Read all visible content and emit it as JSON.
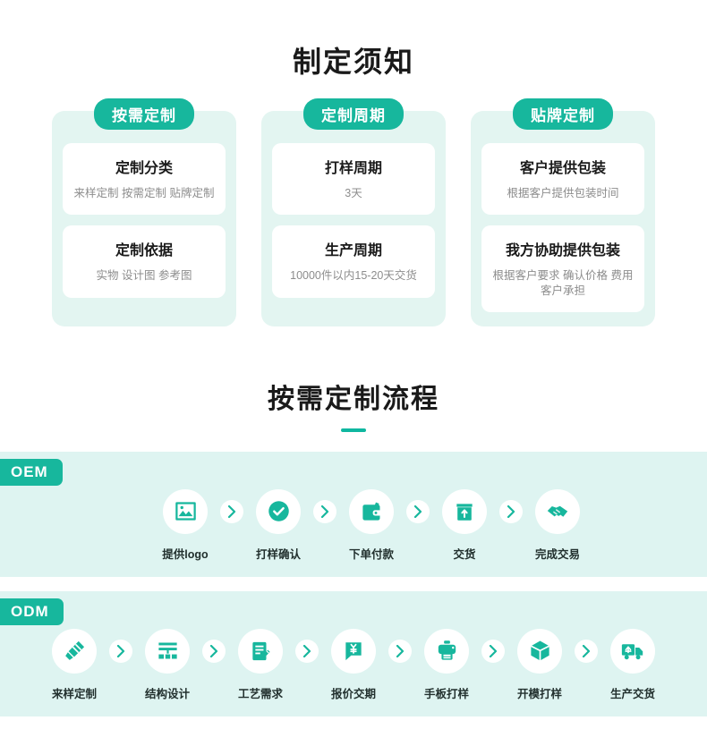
{
  "theme": {
    "accent": "#17b79d",
    "accent_dark": "#0fb7a0",
    "card_bg": "#e3f5f1",
    "band_bg": "#def4f1",
    "panel_bg": "#ffffff",
    "title_color": "#1a1a1a",
    "sub_color": "#8d8d8d"
  },
  "section1": {
    "title": "制定须知",
    "cards": [
      {
        "badge": "按需定制",
        "panels": [
          {
            "title": "定制分类",
            "sub": "来样定制 按需定制 贴牌定制"
          },
          {
            "title": "定制依据",
            "sub": "实物 设计图 参考图"
          }
        ]
      },
      {
        "badge": "定制周期",
        "panels": [
          {
            "title": "打样周期",
            "sub": "3天"
          },
          {
            "title": "生产周期",
            "sub": "10000件以内15-20天交货"
          }
        ]
      },
      {
        "badge": "贴牌定制",
        "panels": [
          {
            "title": "客户提供包装",
            "sub": "根据客户提供包装时间"
          },
          {
            "title": "我方协助提供包装",
            "sub": "根据客户要求 确认价格 费用客户承担"
          }
        ]
      }
    ]
  },
  "section2": {
    "title": "按需定制流程",
    "rows": [
      {
        "tag": "OEM",
        "steps": [
          {
            "label": "提供logo",
            "icon": "image-icon"
          },
          {
            "label": "打样确认",
            "icon": "check-circle-icon"
          },
          {
            "label": "下单付款",
            "icon": "wallet-icon"
          },
          {
            "label": "交货",
            "icon": "delivery-box-icon"
          },
          {
            "label": "完成交易",
            "icon": "handshake-icon"
          }
        ]
      },
      {
        "tag": "ODM",
        "steps": [
          {
            "label": "来样定制",
            "icon": "pencil-icon"
          },
          {
            "label": "结构设计",
            "icon": "structure-icon"
          },
          {
            "label": "工艺需求",
            "icon": "document-pen-icon"
          },
          {
            "label": "报价交期",
            "icon": "yuan-bubble-icon"
          },
          {
            "label": "手板打样",
            "icon": "printer-icon"
          },
          {
            "label": "开模打样",
            "icon": "cube-icon"
          },
          {
            "label": "生产交货",
            "icon": "truck-icon"
          }
        ]
      }
    ],
    "arrow_icon": "chevron-right-icon"
  }
}
